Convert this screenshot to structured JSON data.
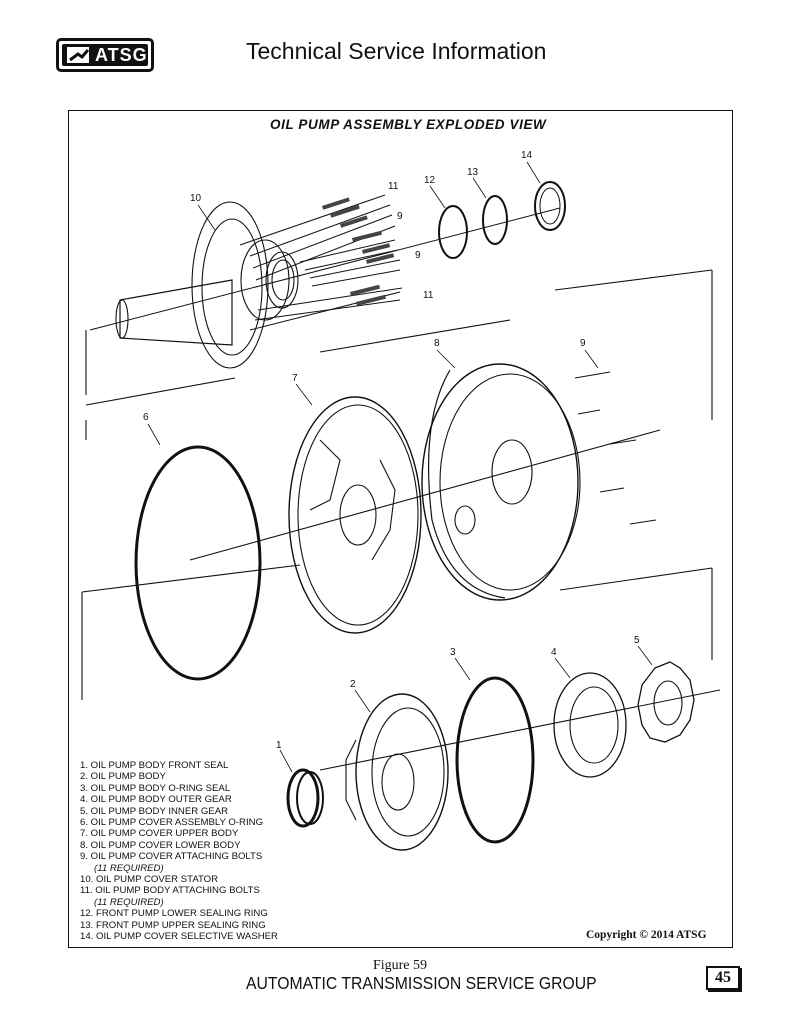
{
  "header": {
    "logo_text": "ATSG",
    "title": "Technical Service Information"
  },
  "diagram": {
    "title": "OIL PUMP ASSEMBLY EXPLODED VIEW",
    "callouts": [
      "14",
      "13",
      "12",
      "11",
      "10",
      "9",
      "9",
      "11",
      "8",
      "9",
      "7",
      "6",
      "5",
      "4",
      "3",
      "2",
      "1"
    ]
  },
  "legend": {
    "items": [
      "1. OIL PUMP BODY FRONT SEAL",
      "2. OIL PUMP BODY",
      "3. OIL PUMP BODY O-RING SEAL",
      "4. OIL PUMP BODY OUTER GEAR",
      "5. OIL PUMP BODY INNER GEAR",
      "6. OIL PUMP COVER ASSEMBLY O-RING",
      "7. OIL PUMP COVER UPPER BODY",
      "8. OIL PUMP COVER LOWER BODY",
      "9. OIL PUMP COVER ATTACHING BOLTS"
    ],
    "note_9": "(11 REQUIRED)",
    "items_b": [
      "10. OIL PUMP COVER STATOR",
      "11. OIL PUMP BODY ATTACHING BOLTS"
    ],
    "note_11": "(11 REQUIRED)",
    "items_c": [
      "12. FRONT PUMP LOWER SEALING RING",
      "13. FRONT PUMP UPPER SEALING RING",
      "14. OIL PUMP COVER SELECTIVE WASHER"
    ]
  },
  "copyright": "Copyright © 2014 ATSG",
  "figure_caption": "Figure 59",
  "footer": {
    "org": "AUTOMATIC TRANSMISSION SERVICE GROUP",
    "page_number": "45"
  },
  "icons": [
    "atsg-logo-icon"
  ]
}
